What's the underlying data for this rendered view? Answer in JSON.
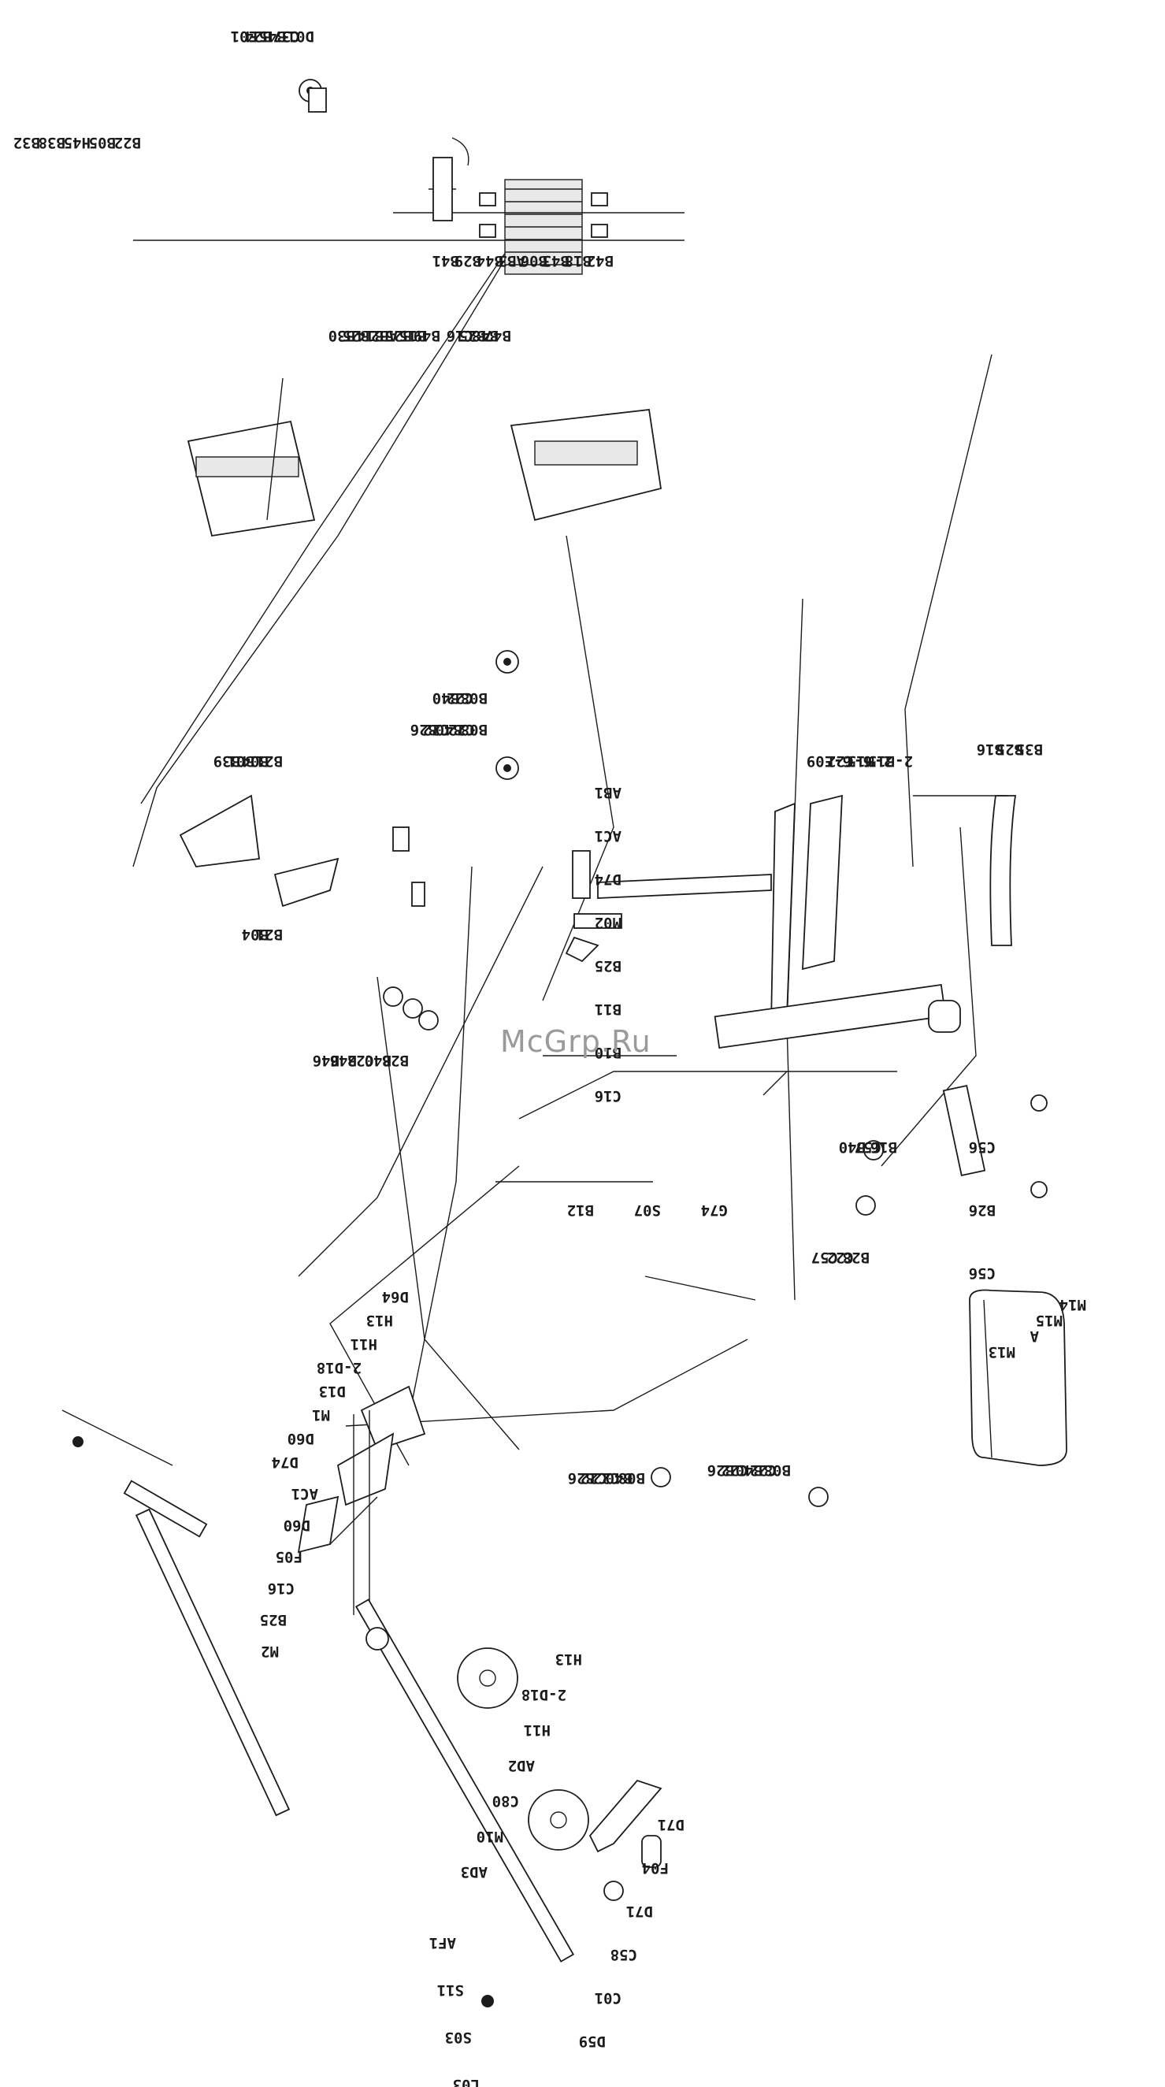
{
  "watermark": "McGrp.Ru",
  "colors": {
    "watermark": "#9a9a9a",
    "line": "#1c1c1c"
  },
  "labels": {
    "top_weight_stack": [
      "B42",
      "B18",
      "B43",
      "B06",
      "AB3",
      "B44",
      "B29",
      "B41"
    ],
    "top_selector": [
      "D01",
      "C37",
      "B45",
      "B24",
      "E01"
    ],
    "top_guide_rods": [
      "B22",
      "B05",
      "H45",
      "B38",
      "B32"
    ],
    "shroud_left": [
      "B47",
      "B48",
      "B25",
      "C16"
    ],
    "shroud_right": [
      "B49",
      "B15",
      "B25",
      "AB2",
      "B14",
      "B25",
      "B30"
    ],
    "upper_pulley_a": [
      "B08",
      "C22",
      "B40"
    ],
    "upper_pulley_b": [
      "B08",
      "C22",
      "B40",
      "C22",
      "B26"
    ],
    "rear_arm": [
      "B21",
      "B04",
      "B01",
      "B39"
    ],
    "rear_arm_lower": [
      "B21",
      "B04"
    ],
    "back_pad_frame": [
      "B35",
      "B25",
      "B16"
    ],
    "frame_bolts": [
      "2-B15",
      "2-M15",
      "6-C22",
      "6-E09"
    ],
    "main_frame": [
      "AB1",
      "AC1",
      "D74",
      "M02",
      "B25",
      "B11",
      "B10",
      "C16"
    ],
    "pulley_cluster": [
      "B28",
      "B40",
      "C22",
      "B46",
      "B46"
    ],
    "seat_pulley_a": [
      "B16",
      "C57",
      "B40"
    ],
    "seat_pulley_b": [
      "B28",
      "C22",
      "C57"
    ],
    "feet": [
      "C56",
      "B26",
      "C56"
    ],
    "cable_parts": [
      "G74",
      "S07",
      "B12"
    ],
    "seat": [
      "M14",
      "M15",
      "A",
      "M13"
    ],
    "lower_pulley_a": [
      "B08",
      "C22",
      "B40",
      "C22",
      "B26"
    ],
    "lower_pulley_b": [
      "B08",
      "B40",
      "C22",
      "C22",
      "B26"
    ],
    "leg_assembly": [
      "D64",
      "H13",
      "H11",
      "2-D18",
      "D13",
      "M1",
      "D60",
      "D74"
    ],
    "leg_frame": [
      "AC1",
      "D60",
      "F05",
      "C16",
      "B25",
      "M2"
    ],
    "cam_assembly": [
      "H13",
      "2-D18",
      "H11",
      "AD2",
      "C80",
      "M10",
      "AD3"
    ],
    "foot_roller": [
      "D71",
      "F04",
      "D71",
      "C58",
      "C01",
      "D59"
    ],
    "leg_bar": [
      "AF1",
      "S11",
      "S03",
      "L03"
    ]
  }
}
